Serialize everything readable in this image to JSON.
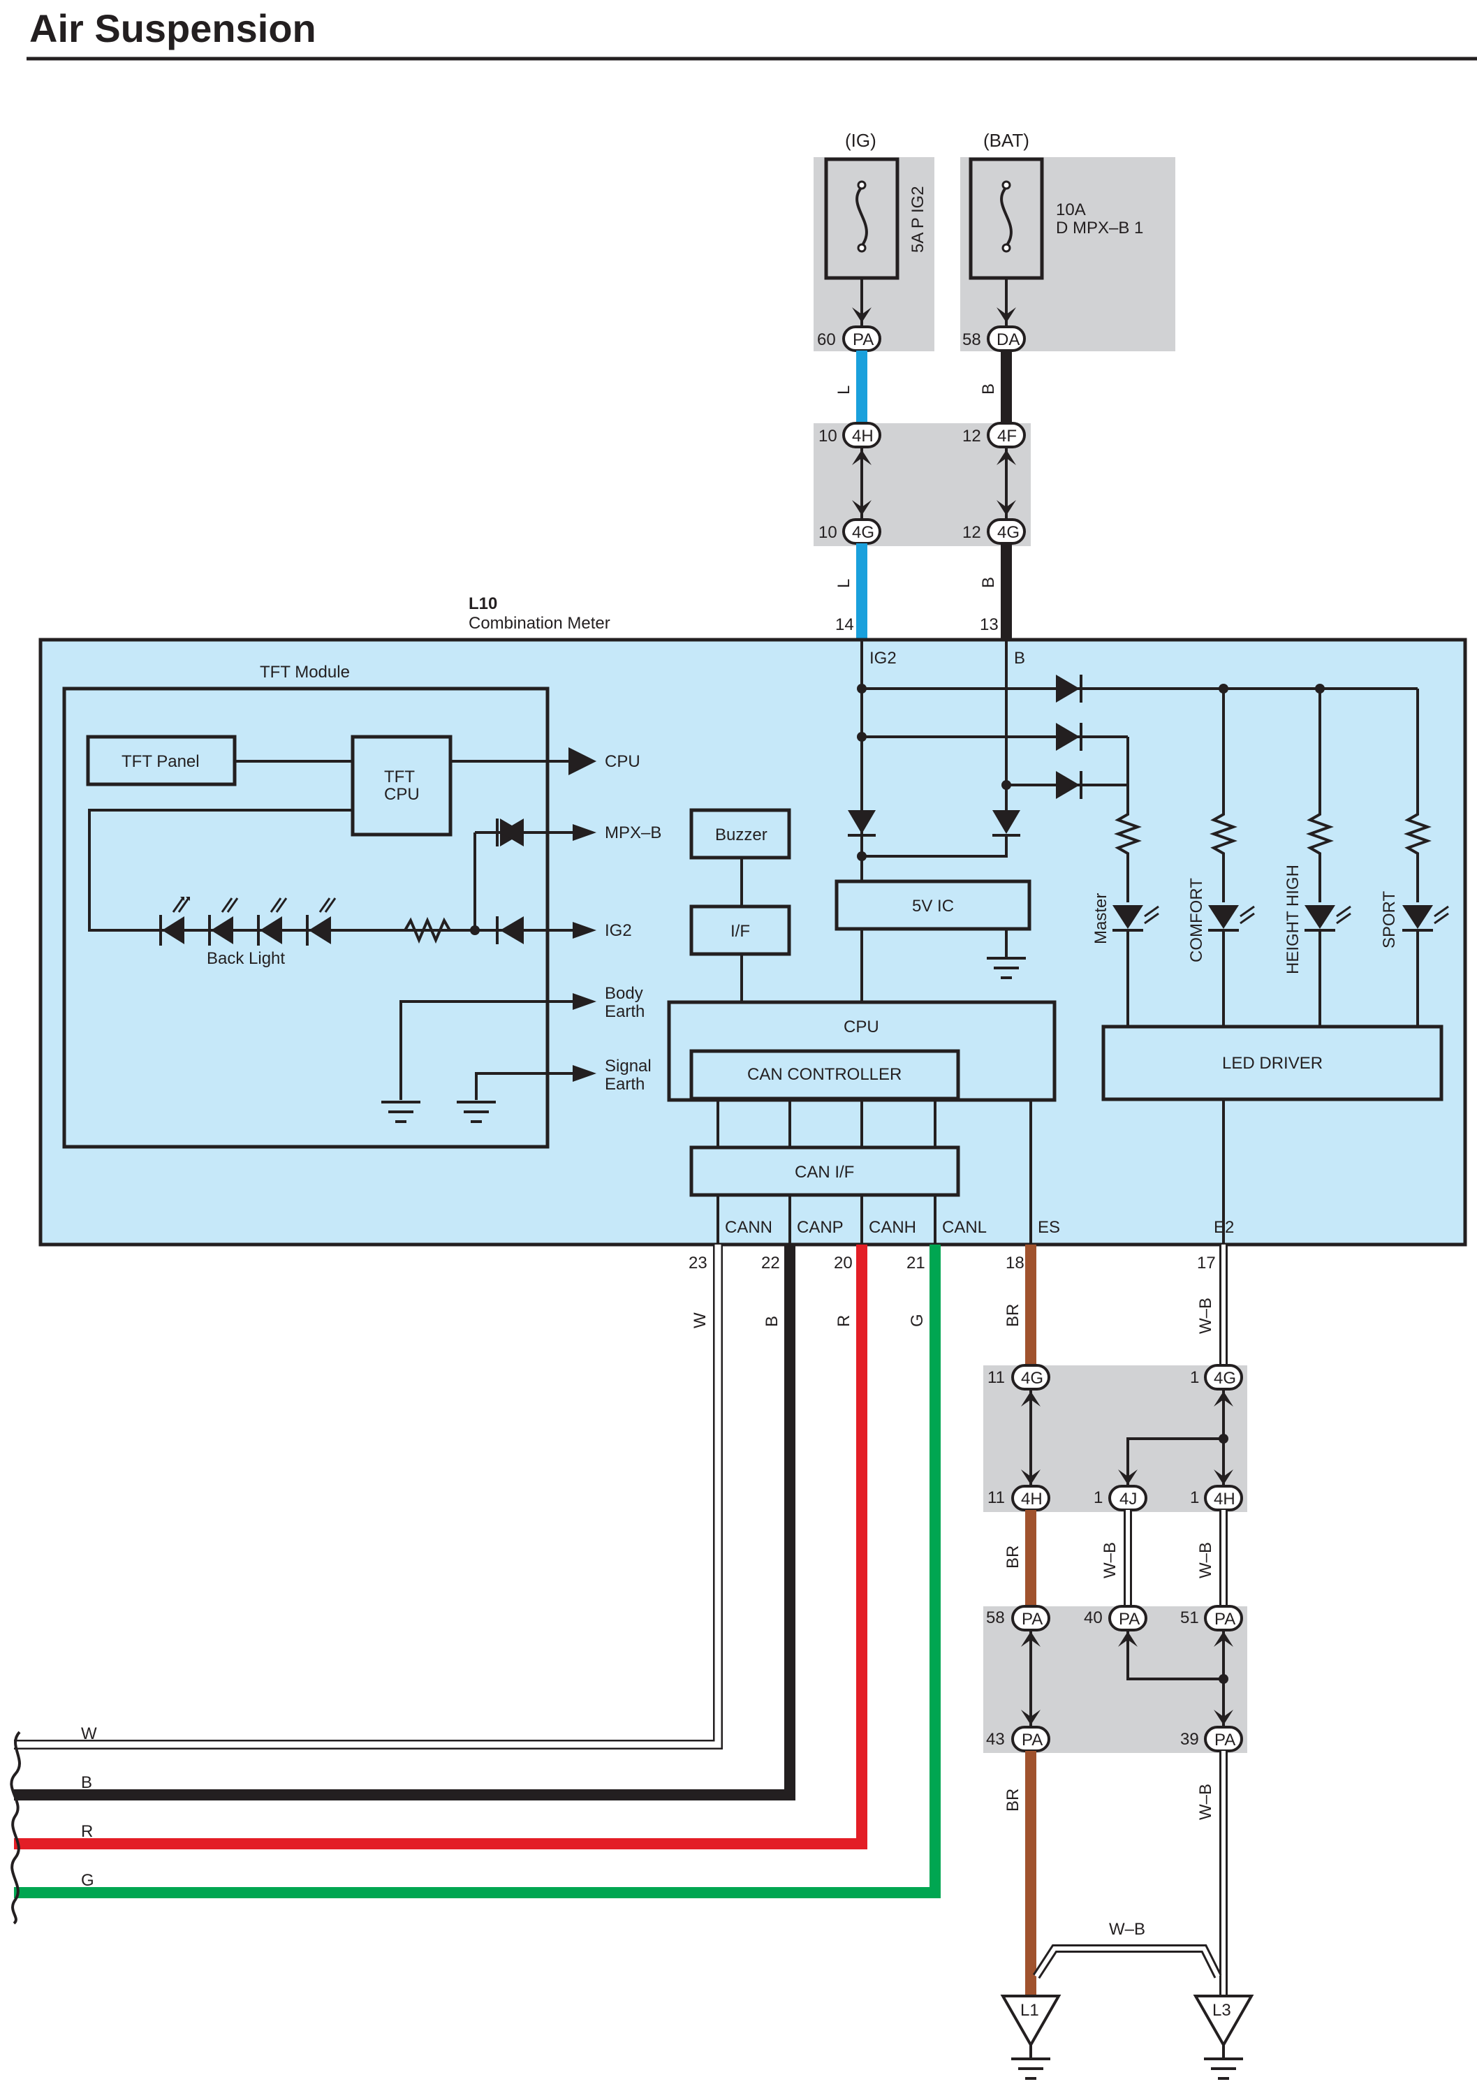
{
  "title": "Air Suspension",
  "colors": {
    "meter_fill": "#c6e8f9",
    "junction_fill": "#d1d2d4",
    "wire_L": "#1aa0dc",
    "wire_B": "#231f20",
    "wire_R": "#e31e26",
    "wire_G": "#00a651",
    "wire_BR": "#a0522d",
    "wire_W": "#ffffff"
  },
  "power": {
    "ig_label": "(IG)",
    "bat_label": "(BAT)",
    "fuse_ig": "5A P IG2",
    "fuse_bat_amp": "10A",
    "fuse_bat_name": "D MPX–B 1"
  },
  "connectors": {
    "pa": "PA",
    "da": "DA",
    "h4": "4H",
    "f4": "4F",
    "g4": "4G",
    "j4": "4J",
    "pin_60": "60",
    "pin_58": "58",
    "pin_10": "10",
    "pin_12": "12",
    "pin_14": "14",
    "pin_13": "13",
    "pin_23": "23",
    "pin_22": "22",
    "pin_20": "20",
    "pin_21": "21",
    "pin_18": "18",
    "pin_17": "17",
    "pin_11": "11",
    "pin_1": "1",
    "pin_40": "40",
    "pin_51": "51",
    "pin_43": "43",
    "pin_39": "39"
  },
  "wires": {
    "L": "L",
    "B": "B",
    "W": "W",
    "R": "R",
    "G": "G",
    "BR": "BR",
    "WB": "W–B"
  },
  "meter": {
    "id": "L10",
    "name": "Combination Meter",
    "term_ig2": "IG2",
    "term_b": "B",
    "tft_module": "TFT Module",
    "tft_panel": "TFT Panel",
    "tft_cpu_1": "TFT",
    "tft_cpu_2": "CPU",
    "out_cpu": "CPU",
    "out_mpxb": "MPX–B",
    "out_ig2": "IG2",
    "out_body_1": "Body",
    "out_body_2": "Earth",
    "out_signal_1": "Signal",
    "out_signal_2": "Earth",
    "back_light": "Back Light",
    "buzzer": "Buzzer",
    "if": "I/F",
    "ic5v": "5V IC",
    "cpu": "CPU",
    "can_controller": "CAN CONTROLLER",
    "can_if": "CAN I/F",
    "led_driver": "LED DRIVER",
    "led_master": "Master",
    "led_comfort": "COMFORT",
    "led_height": "HEIGHT HIGH",
    "led_sport": "SPORT",
    "term_cann": "CANN",
    "term_canp": "CANP",
    "term_canh": "CANH",
    "term_canl": "CANL",
    "term_es": "ES",
    "term_e2": "E2"
  },
  "grounds": {
    "l1": "L1",
    "l3": "L3"
  }
}
